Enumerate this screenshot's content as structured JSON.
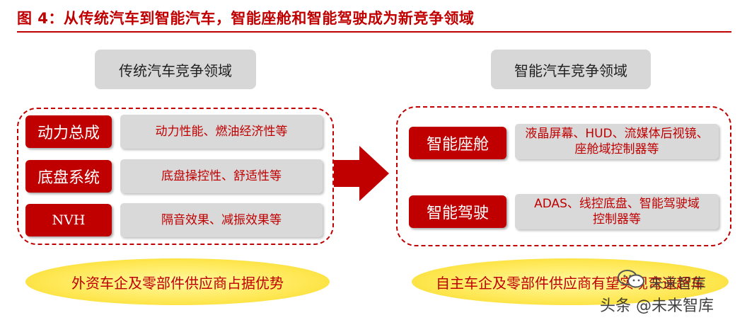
{
  "title": "图 4：从传统汽车到智能汽车，智能座舱和智能驾驶成为新竞争领域",
  "colors": {
    "accent": "#c00000",
    "box_gray": "#d9d9d9",
    "oval_yellow": "#ffe95a"
  },
  "left": {
    "heading": "传统汽车竞争领域",
    "rows": [
      {
        "tag": "动力总成",
        "desc": "动力性能、燃油经济性等"
      },
      {
        "tag": "底盘系统",
        "desc": "底盘操控性、舒适性等"
      },
      {
        "tag": "NVH",
        "desc": "隔音效果、减振效果等"
      }
    ],
    "footer": "外资车企及零部件供应商占据优势"
  },
  "right": {
    "heading": "智能汽车竞争领域",
    "rows": [
      {
        "tag": "智能座舱",
        "desc": "液晶屏幕、HUD、流媒体后视镜、\n座舱域控制器等"
      },
      {
        "tag": "智能驾驶",
        "desc": "ADAS、线控底盘、智能驾驶域\n控制器等"
      }
    ],
    "footer": "自主车企及零部件供应商有望实现弯道超车"
  },
  "watermark": {
    "icon": "wechat-icon",
    "account": "未来智库",
    "source": "头条 @未来智库"
  }
}
